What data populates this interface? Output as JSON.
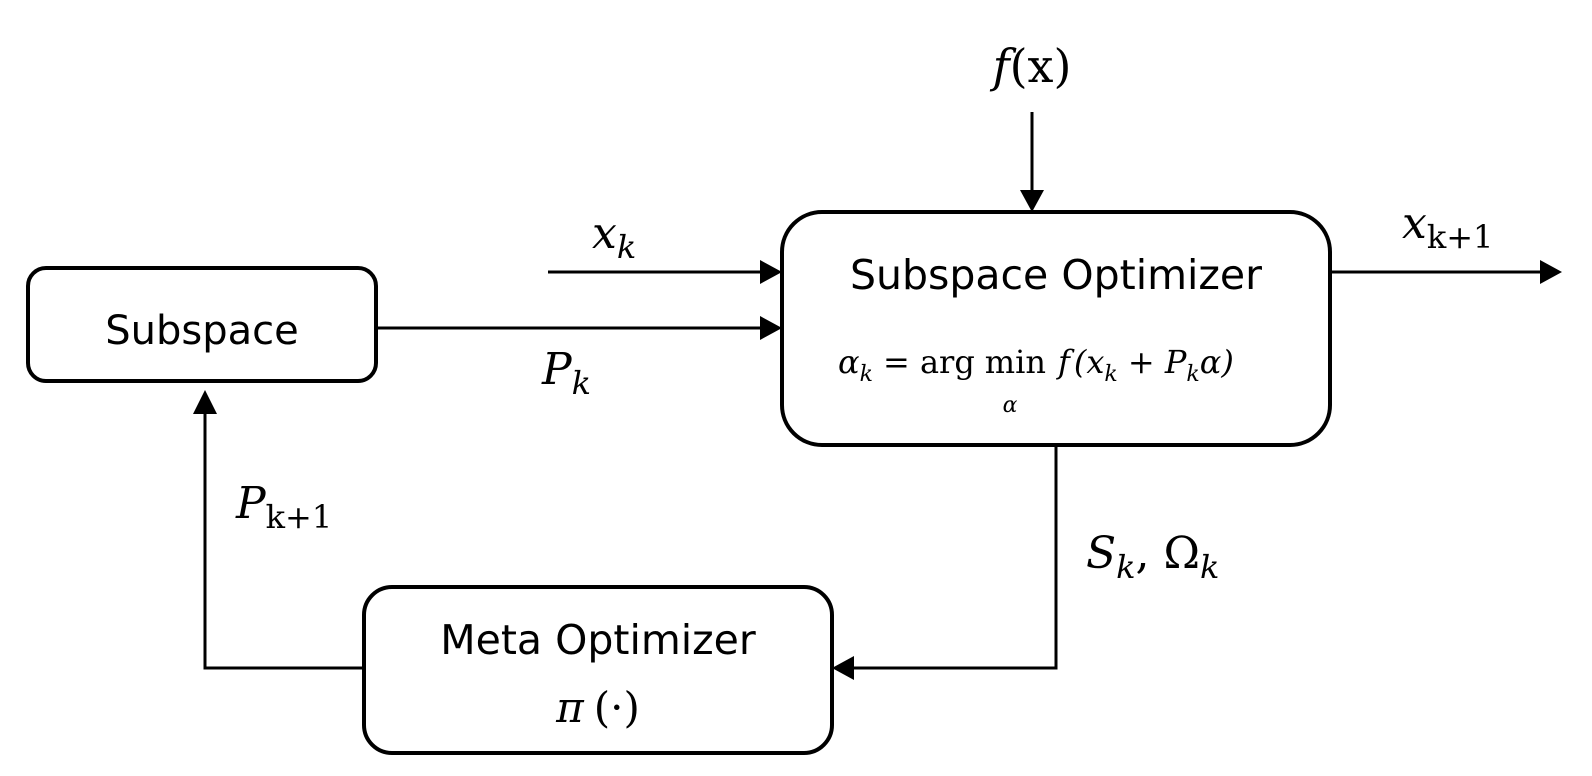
{
  "input_function": {
    "symbol": "f",
    "arg": "(x)"
  },
  "blocks": {
    "subspace": {
      "title": "Subspace"
    },
    "subspace_optimizer": {
      "title": "Subspace Optimizer",
      "formula": {
        "lhs": "α",
        "lhs_sub": "k",
        "eq": "= arg",
        "op": "min",
        "op_sub": "α",
        "fn": "f",
        "open": "(x",
        "x_sub": "k",
        "plus": " + ",
        "p": "P",
        "p_sub": "k",
        "tail": "α)"
      }
    },
    "meta_optimizer": {
      "title": "Meta Optimizer",
      "policy": "π",
      "policy_arg": "(·)"
    }
  },
  "signals": {
    "x_k": {
      "base": "x",
      "sub": "k"
    },
    "p_k": {
      "base": "P",
      "sub": "k"
    },
    "x_next": {
      "base": "x",
      "sub": "k+1"
    },
    "p_next": {
      "base": "P",
      "sub": "k+1"
    },
    "s_omega": {
      "s": "S",
      "s_sub": "k",
      "sep": ", ",
      "omega": "Ω",
      "omega_sub": "k"
    }
  },
  "colors": {
    "stroke": "#000000",
    "fill": "#ffffff"
  }
}
